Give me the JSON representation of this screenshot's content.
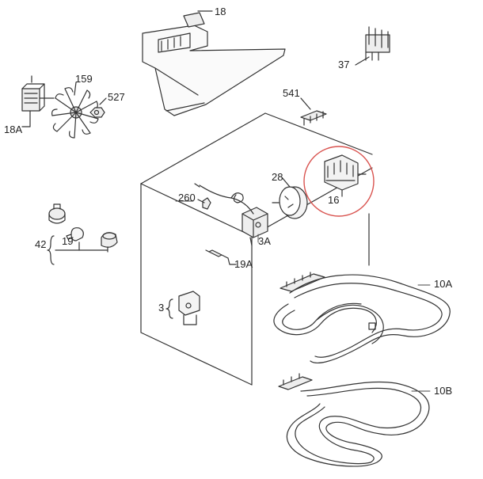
{
  "diagram": {
    "title": "Oven exploded parts diagram",
    "highlight_color": "#d9534f",
    "line_color": "#333333",
    "labels": {
      "p18": "18",
      "p37": "37",
      "p159": "159",
      "p527": "527",
      "p18a": "18A",
      "p541": "541",
      "p28": "28",
      "p16": "16",
      "p260": "260",
      "p3a": "3A",
      "p42": "42",
      "p19": "19",
      "p19a": "19A",
      "p3": "3",
      "p10a": "10A",
      "p10b": "10B"
    },
    "parts": [
      {
        "key": "p18",
        "name": "cooling fan housing",
        "icon": "fan-housing-icon"
      },
      {
        "key": "p37",
        "name": "terminal block",
        "icon": "terminal-block-icon"
      },
      {
        "key": "p159",
        "name": "fan blade",
        "icon": "fan-blade-icon"
      },
      {
        "key": "p527",
        "name": "nut",
        "icon": "nut-icon"
      },
      {
        "key": "p18a",
        "name": "fan motor",
        "icon": "fan-motor-icon"
      },
      {
        "key": "p541",
        "name": "connector",
        "icon": "connector-icon"
      },
      {
        "key": "p28",
        "name": "timer knob",
        "icon": "timer-icon"
      },
      {
        "key": "p16",
        "name": "selector switch",
        "icon": "selector-switch-icon"
      },
      {
        "key": "p260",
        "name": "clip",
        "icon": "clip-icon"
      },
      {
        "key": "p3a",
        "name": "thermostat",
        "icon": "thermostat-icon"
      },
      {
        "key": "p42",
        "name": "lamp assembly",
        "icon": "lamp-assembly-icon"
      },
      {
        "key": "p19",
        "name": "lamp bulb",
        "icon": "bulb-icon"
      },
      {
        "key": "p19a",
        "name": "thermal fuse",
        "icon": "fuse-icon"
      },
      {
        "key": "p3",
        "name": "safety thermostat",
        "icon": "safety-thermostat-icon"
      },
      {
        "key": "p10a",
        "name": "grill element",
        "icon": "grill-element-icon"
      },
      {
        "key": "p10b",
        "name": "bottom element",
        "icon": "bottom-element-icon"
      }
    ]
  }
}
